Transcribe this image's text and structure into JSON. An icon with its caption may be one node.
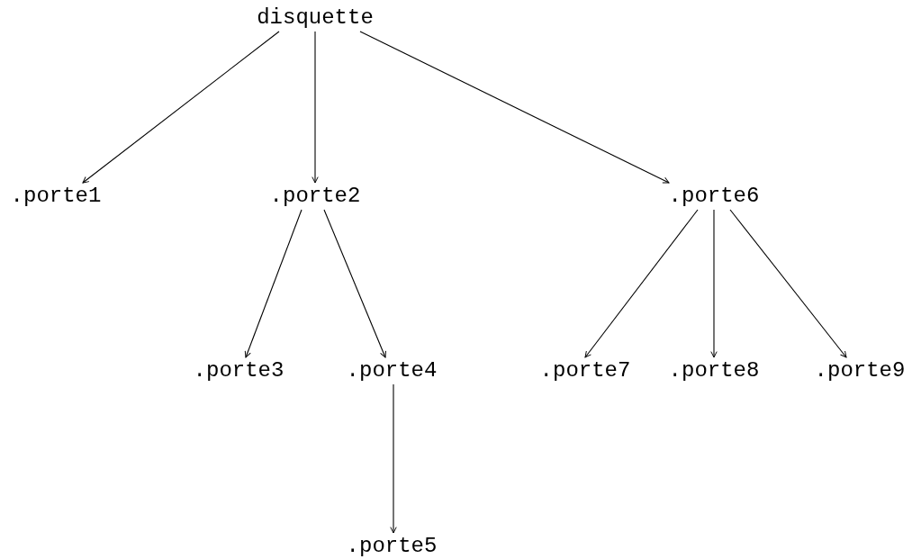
{
  "diagram": {
    "nodes": [
      {
        "text": [
          "disquette"
        ]
      },
      {
        "text": [
          ".porte1"
        ]
      },
      {
        "text": [
          ".porte2"
        ]
      },
      {
        "text": [
          ".porte3"
        ]
      },
      {
        "text": [
          ".porte4"
        ]
      },
      {
        "text": [
          ".porte5"
        ]
      },
      {
        "text": [
          ".porte6"
        ]
      },
      {
        "text": [
          ".porte7"
        ]
      },
      {
        "text": [
          ".porte8"
        ]
      },
      {
        "text": [
          ".porte9"
        ]
      }
    ],
    "edges": [
      {
        "from": 0,
        "to": 1,
        "arrow": "to"
      },
      {
        "from": 0,
        "to": 2,
        "arrow": "to"
      },
      {
        "from": 0,
        "to": 6,
        "arrow": "to"
      },
      {
        "from": 2,
        "to": 3,
        "arrow": "to"
      },
      {
        "from": 2,
        "to": 4,
        "arrow": "to"
      },
      {
        "from": 4,
        "to": 5,
        "arrow": "to"
      },
      {
        "from": 6,
        "to": 7,
        "arrow": "to"
      },
      {
        "from": 6,
        "to": 8,
        "arrow": "to"
      },
      {
        "from": 6,
        "to": 9,
        "arrow": "to"
      }
    ]
  }
}
